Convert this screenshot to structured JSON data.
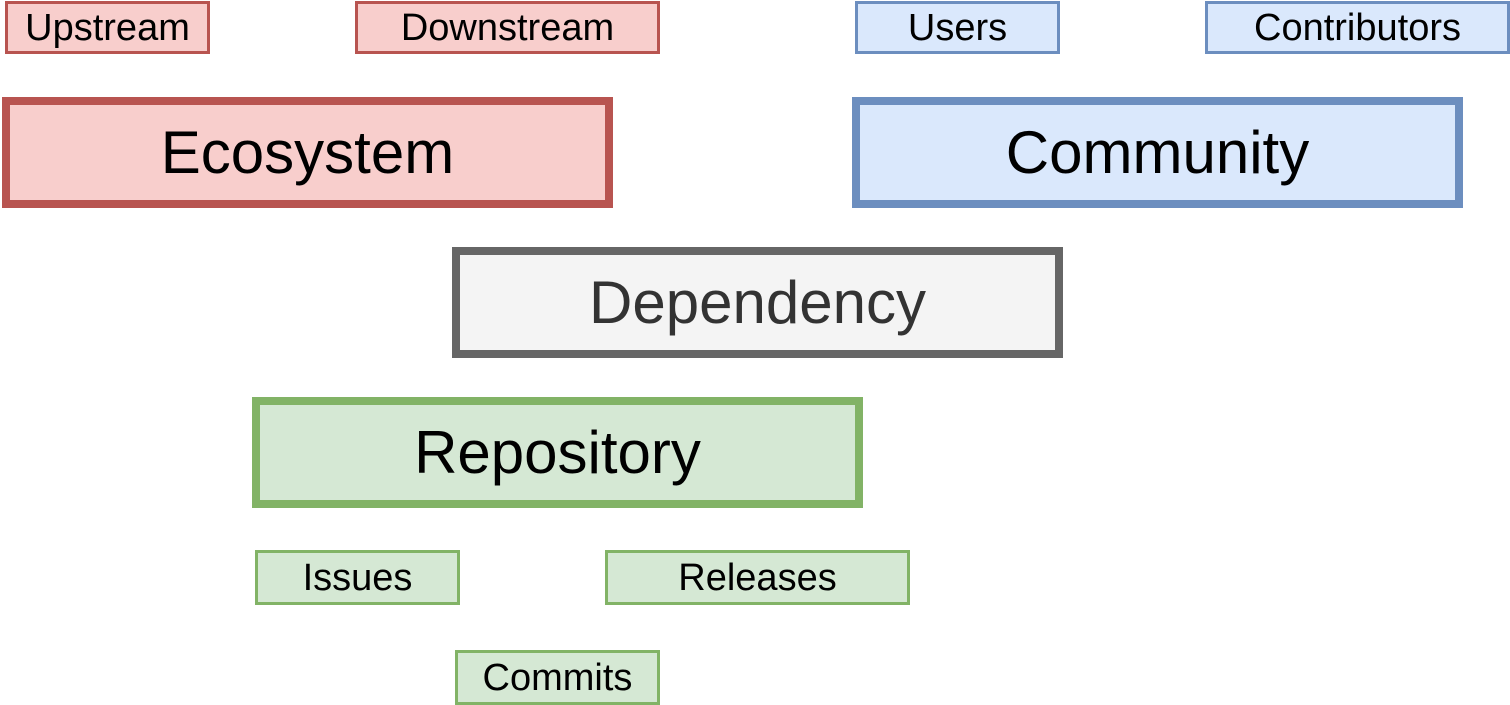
{
  "ecosystem": {
    "label": "Ecosystem",
    "items": [
      "Upstream",
      "Downstream"
    ],
    "color": {
      "fill": "#f8cecc",
      "stroke": "#b85450"
    }
  },
  "community": {
    "label": "Community",
    "items": [
      "Users",
      "Contributors"
    ],
    "color": {
      "fill": "#dae8fc",
      "stroke": "#6c8ebf"
    }
  },
  "dependency": {
    "label": "Dependency",
    "color": {
      "fill": "#f4f4f4",
      "stroke": "#666666"
    }
  },
  "repository": {
    "label": "Repository",
    "items": [
      "Issues",
      "Releases",
      "Commits"
    ],
    "color": {
      "fill": "#d5e8d4",
      "stroke": "#82b366"
    }
  }
}
